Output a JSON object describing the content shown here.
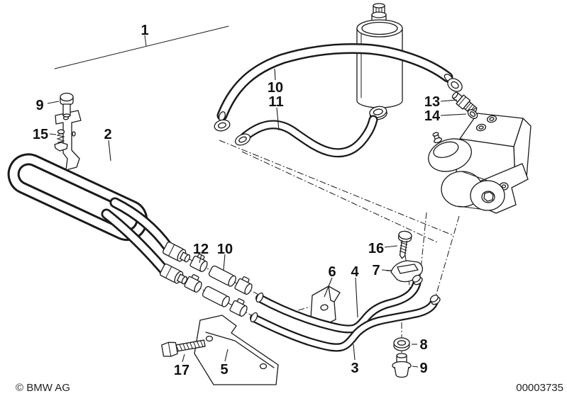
{
  "footer": {
    "copyright": "© BMW AG",
    "drawing_number": "00003735"
  },
  "callouts": {
    "ref_line": "1",
    "oil_cooler": "2",
    "pipe_return": "3",
    "pipe_feed": "4",
    "bracket_lower": "5",
    "plate": "6",
    "clamp_upper": "7",
    "grommet": "8",
    "bolt_top": "9",
    "plug_bottom": "9",
    "hose_top": "10",
    "hose_mid": "10",
    "hose_s": "11",
    "clamp_mid": "12",
    "fitting": "13",
    "seal_ring": "14",
    "screw_spring": "15",
    "screw": "16",
    "bolt_hex": "17"
  },
  "colors": {
    "line": "#1a1a1a",
    "background": "#ffffff"
  }
}
